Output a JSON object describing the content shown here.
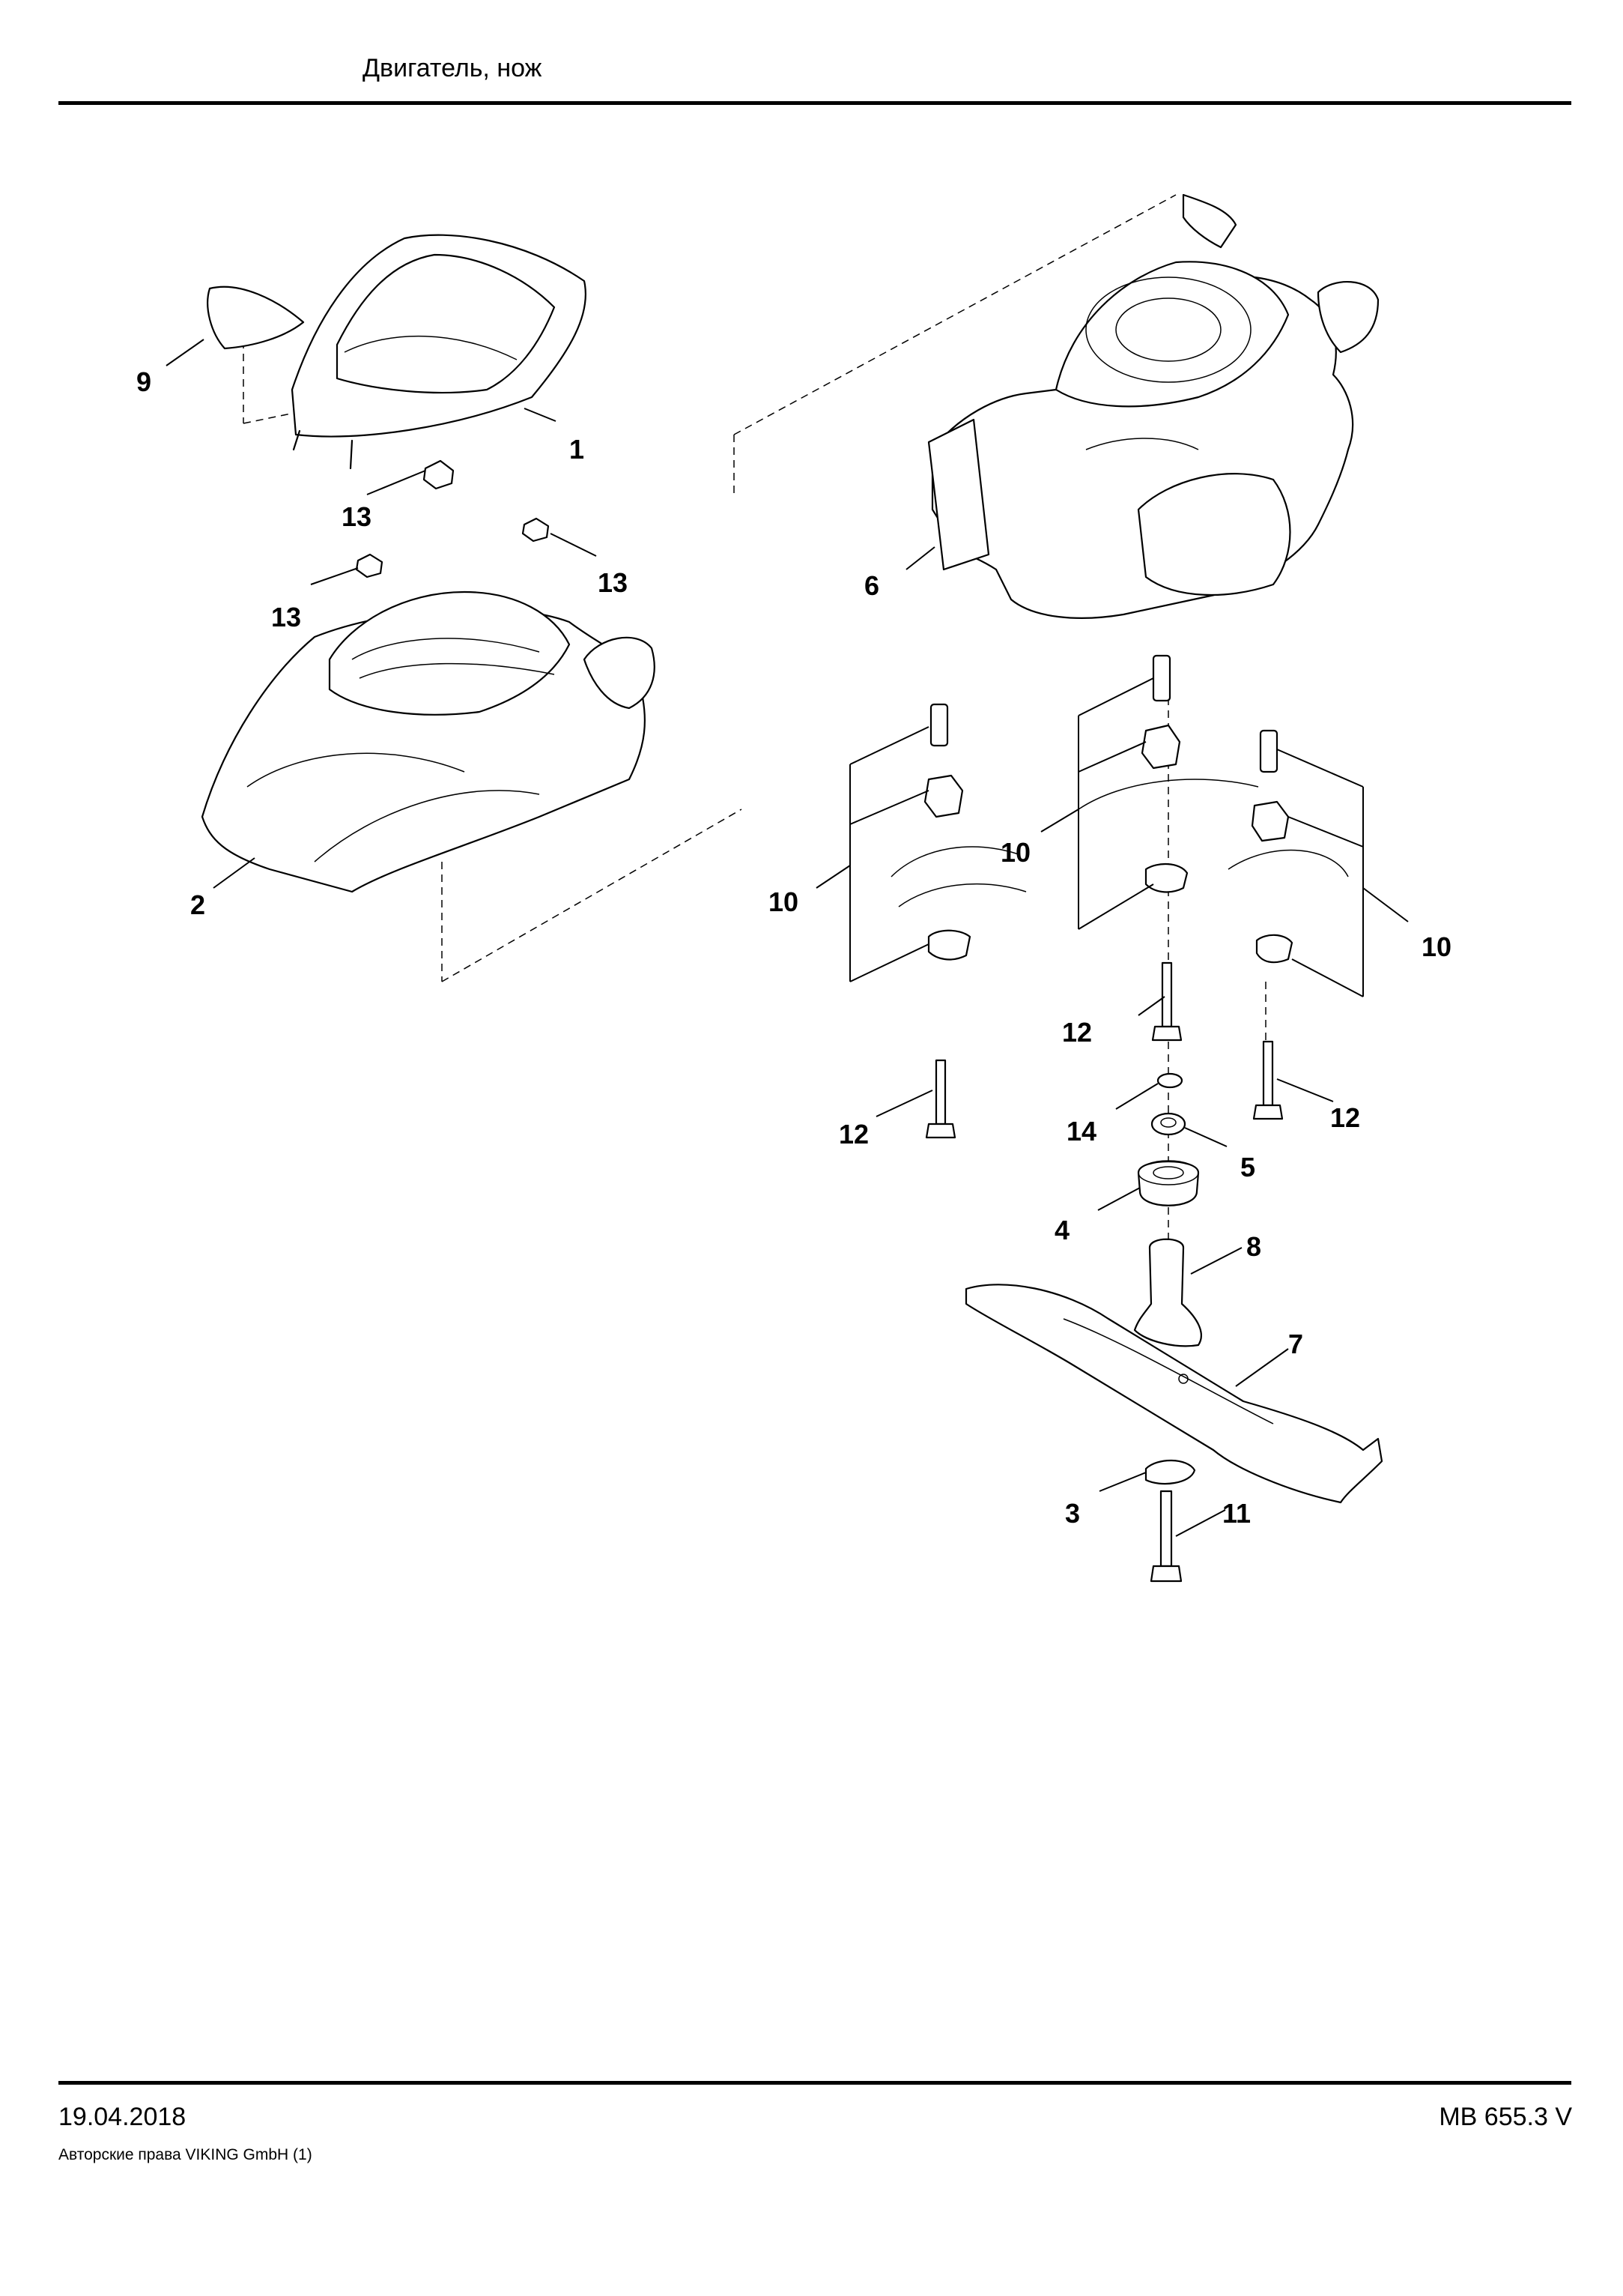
{
  "header": {
    "title": "Двигатель, нож"
  },
  "footer": {
    "date": "19.04.2018",
    "copyright": "Авторские права VIKING GmbH  (1)",
    "model": "MB 655.3 V"
  },
  "callouts": {
    "c1": "1",
    "c2": "2",
    "c3": "3",
    "c4": "4",
    "c5": "5",
    "c6": "6",
    "c7": "7",
    "c8": "8",
    "c9": "9",
    "c10a": "10",
    "c10b": "10",
    "c10c": "10",
    "c11": "11",
    "c12a": "12",
    "c12b": "12",
    "c12c": "12",
    "c13a": "13",
    "c13b": "13",
    "c13c": "13",
    "c14": "14"
  }
}
